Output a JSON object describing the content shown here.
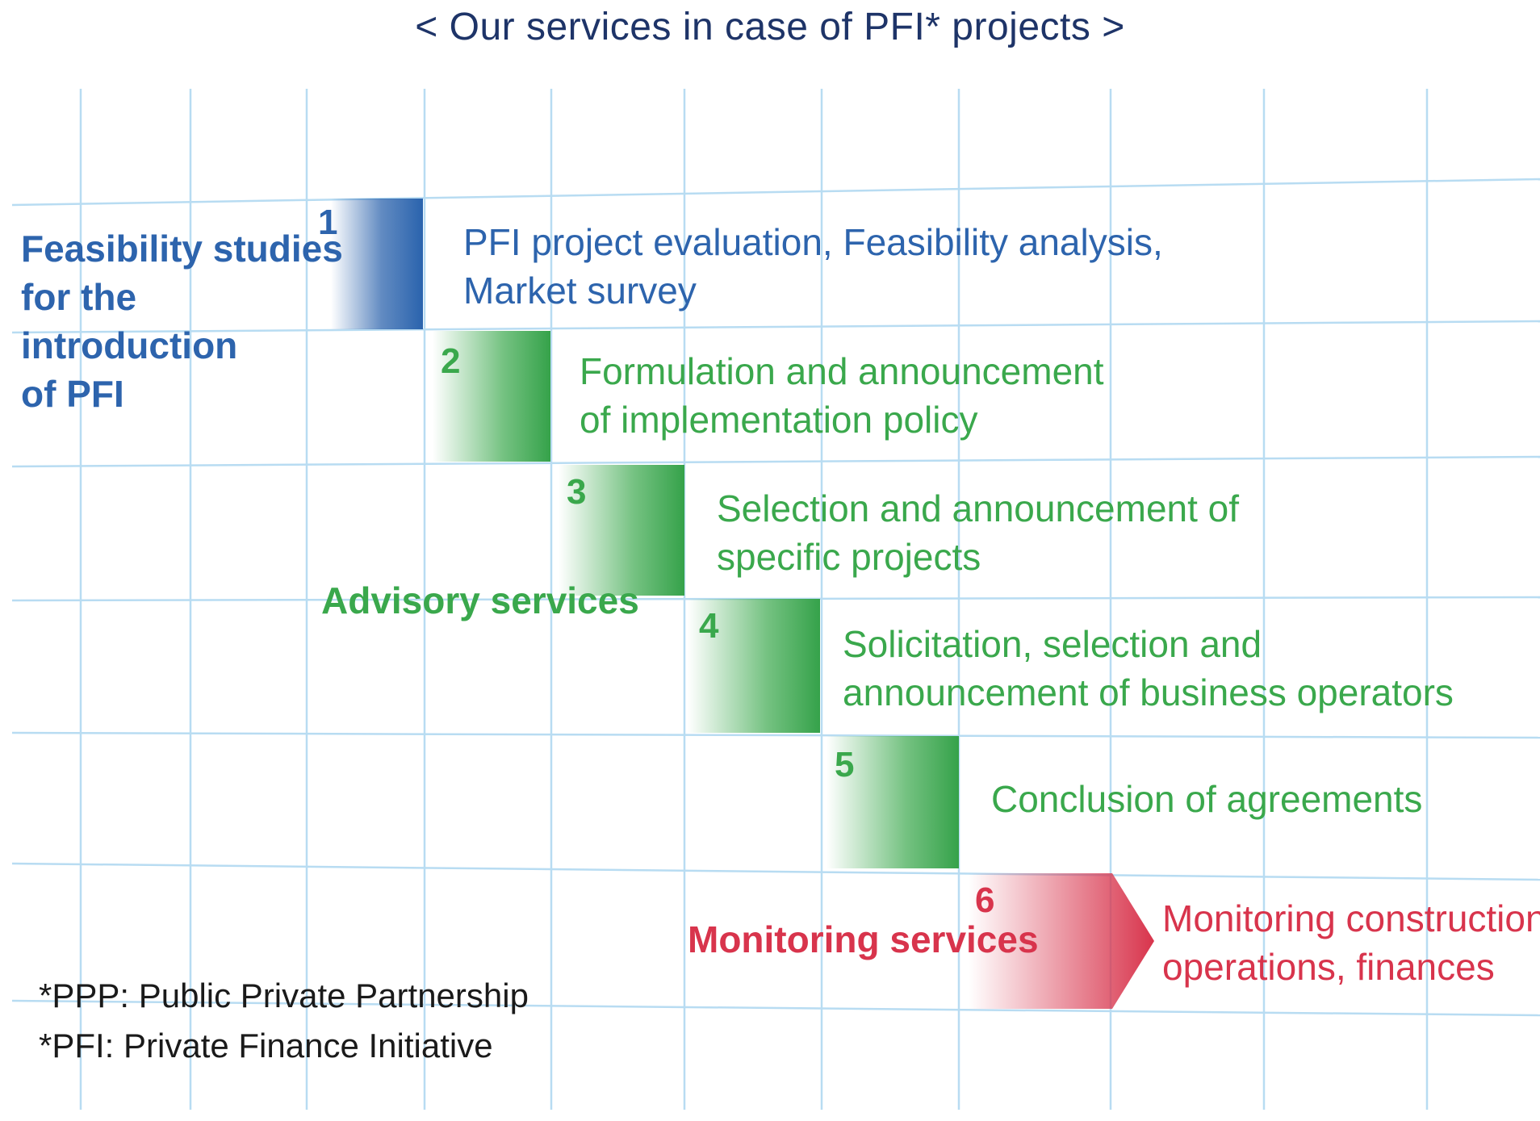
{
  "title": "< Our services in case of PFI* projects >",
  "steps": [
    {
      "number": "1",
      "lines": [
        "PFI project evaluation, Feasibility analysis,",
        "Market survey"
      ],
      "color": "#2d64ad"
    },
    {
      "number": "2",
      "lines": [
        "Formulation and announcement",
        "of implementation policy"
      ],
      "color": "#3aa84c"
    },
    {
      "number": "3",
      "lines": [
        "Selection and announcement of",
        "specific projects"
      ],
      "color": "#3aa84c"
    },
    {
      "number": "4",
      "lines": [
        "Solicitation, selection and",
        "announcement of business operators"
      ],
      "color": "#3aa84c"
    },
    {
      "number": "5",
      "lines": [
        "Conclusion of agreements"
      ],
      "color": "#3aa84c"
    },
    {
      "number": "6",
      "lines": [
        "Monitoring construction,",
        "operations, finances"
      ],
      "color": "#d8344c"
    }
  ],
  "categories": {
    "feasibility": [
      "Feasibility studies",
      "for the introduction",
      "of PFI"
    ],
    "advisory": "Advisory services",
    "monitoring": "Monitoring services"
  },
  "footnotes": [
    "*PPP: Public Private Partnership",
    "*PFI: Private Finance Initiative"
  ],
  "colors": {
    "blue": "#2d64ad",
    "green": "#3aa84c",
    "red": "#d8344c",
    "grid": "#b8dcf2",
    "title": "#1e3468"
  }
}
